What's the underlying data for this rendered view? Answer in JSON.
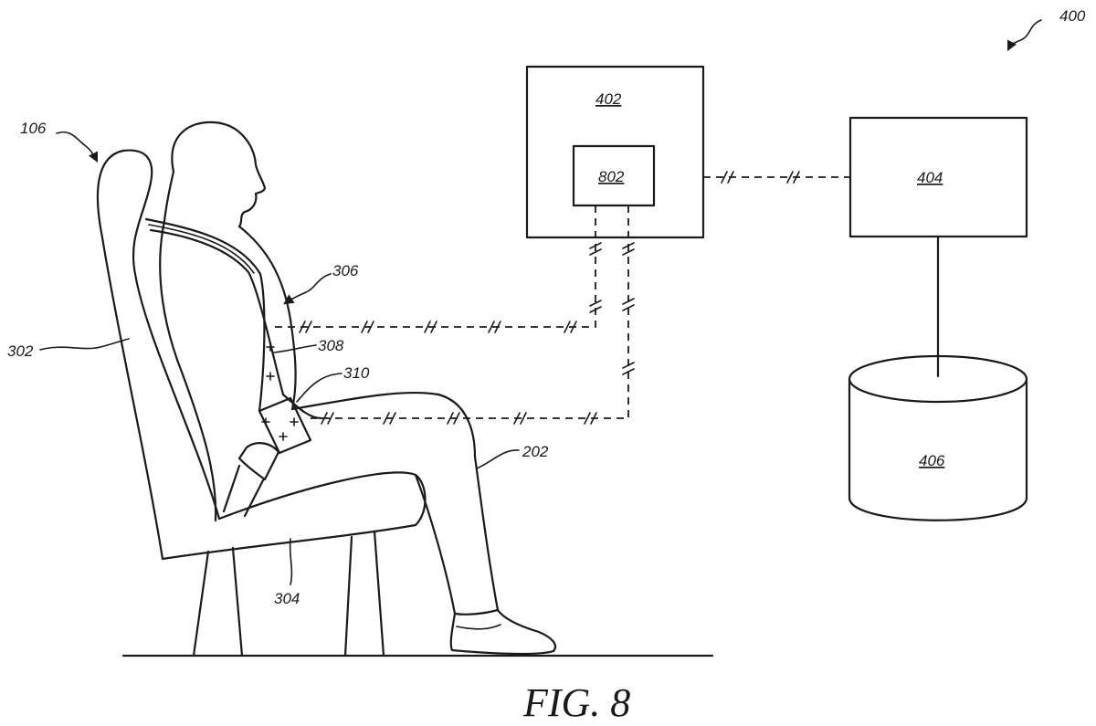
{
  "figure": {
    "caption": "FIG. 8"
  },
  "labels": {
    "system": "400",
    "controller": "402",
    "server": "404",
    "database": "406",
    "module": "802",
    "seat_assembly": "106",
    "occupant": "202",
    "seat_back": "302",
    "seat_cushion": "304",
    "seatbelt": "306",
    "belt_webbing": "308",
    "sensor": "310"
  }
}
